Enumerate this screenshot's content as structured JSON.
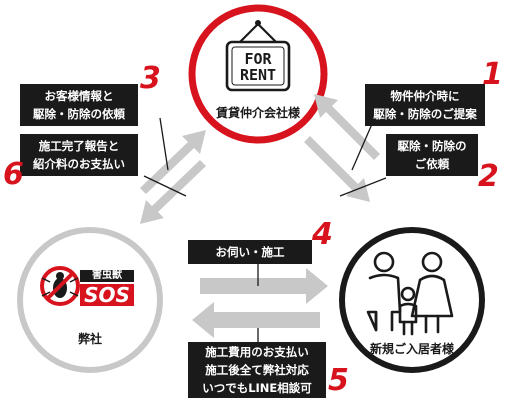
{
  "nodes": {
    "rent": {
      "sign_line1": "FOR",
      "sign_line2": "RENT",
      "caption": "賃貸仲介会社様",
      "ring_color": "#d7141e"
    },
    "company": {
      "logo_small": "害虫獣",
      "logo_big": "SOS",
      "caption": "弊社",
      "ring_color": "#c8c8c8"
    },
    "resident": {
      "caption": "新規ご入居者様",
      "ring_color": "#1a1a1a"
    }
  },
  "steps": [
    {
      "num": "1",
      "lines": [
        "物件仲介時に",
        "駆除・防除のご提案"
      ]
    },
    {
      "num": "2",
      "lines": [
        "駆除・防除の",
        "ご依頼"
      ]
    },
    {
      "num": "3",
      "lines": [
        "お客様情報と",
        "駆除・防除の依頼"
      ]
    },
    {
      "num": "4",
      "lines": [
        "お伺い・施工"
      ]
    },
    {
      "num": "5",
      "lines": [
        "施工費用のお支払い",
        "施工後全て弊社対応",
        "いつでもLINE相談可"
      ]
    },
    {
      "num": "6",
      "lines": [
        "施工完了報告と",
        "紹介料のお支払い"
      ]
    }
  ],
  "colors": {
    "accent_red": "#d7141e",
    "label_bg": "#1a1a1a",
    "arrow_gray": "#c8c8c8"
  },
  "icons": {
    "sign": "for-rent-sign-icon",
    "family": "family-icon",
    "logo": "pest-sos-logo"
  }
}
